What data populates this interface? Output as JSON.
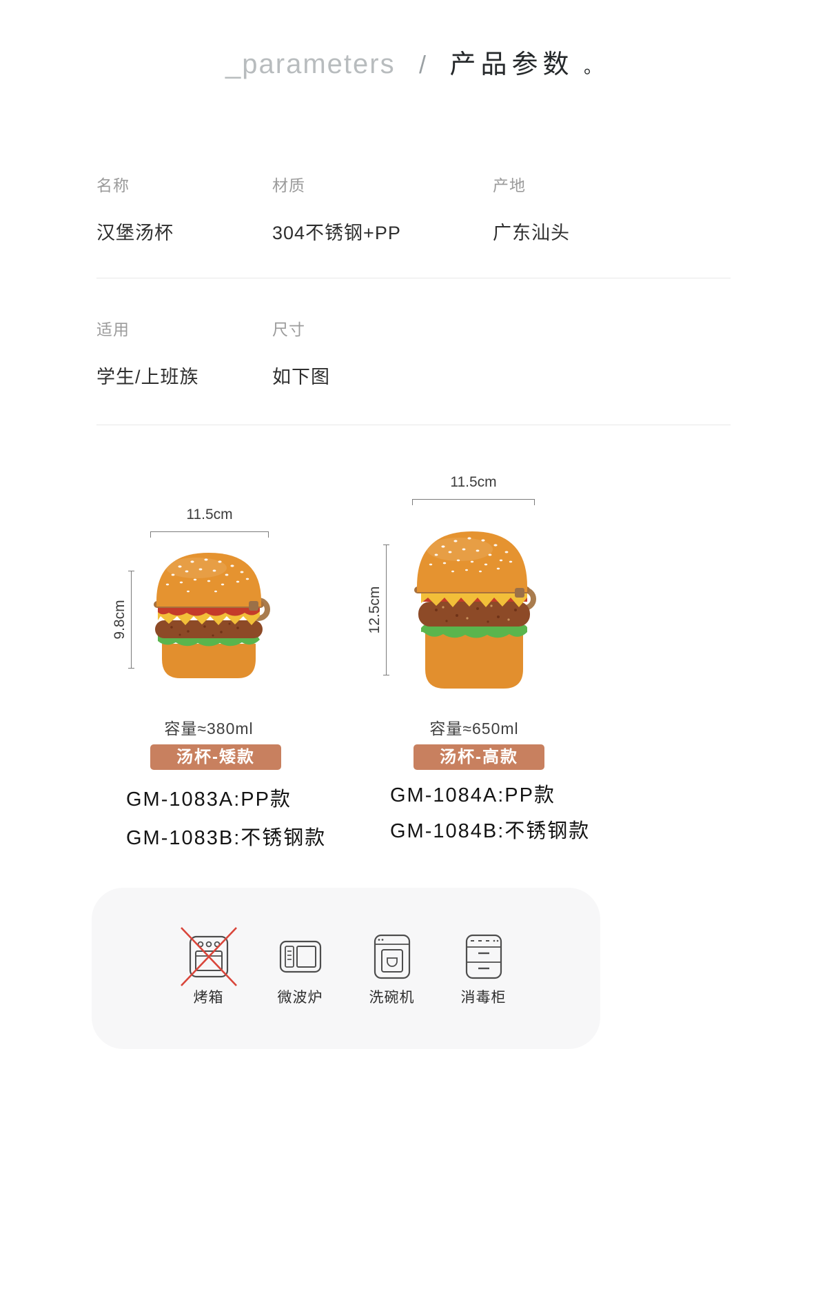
{
  "header": {
    "title_en": "_parameters",
    "separator": "/",
    "title_zh": "产品参数",
    "title_dot": "。"
  },
  "specs": {
    "rows": [
      {
        "cols": [
          {
            "label": "名称",
            "value": "汉堡汤杯"
          },
          {
            "label": "材质",
            "value": "304不锈钢+PP"
          },
          {
            "label": "产地",
            "value": "广东汕头"
          }
        ]
      },
      {
        "cols": [
          {
            "label": "适用",
            "value": "学生/上班族"
          },
          {
            "label": "尺寸",
            "value": "如下图"
          }
        ]
      }
    ]
  },
  "products": [
    {
      "name": "汤杯-矮款",
      "width_label": "11.5cm",
      "height_label": "9.8cm",
      "capacity": "容量≈380ml",
      "models": [
        "GM-1083A:PP款",
        "GM-1083B:不锈钢款"
      ]
    },
    {
      "name": "汤杯-高款",
      "width_label": "11.5cm",
      "height_label": "12.5cm",
      "capacity": "容量≈650ml",
      "models": [
        "GM-1084A:PP款",
        "GM-1084B:不锈钢款"
      ]
    }
  ],
  "care": {
    "items": [
      {
        "label": "烤箱",
        "allowed": false
      },
      {
        "label": "微波炉",
        "allowed": true
      },
      {
        "label": "洗碗机",
        "allowed": true
      },
      {
        "label": "消毒柜",
        "allowed": true
      }
    ]
  },
  "colors": {
    "badge_bg": "#c8805f",
    "panel_bg": "#f7f7f8",
    "cross_red": "#d9453a",
    "bun_orange": "#e59330",
    "sauce_red": "#c43b2a",
    "cheese_yellow": "#f2bf39",
    "patty_brown": "#8d4a27",
    "lettuce_green": "#5ab54d"
  }
}
